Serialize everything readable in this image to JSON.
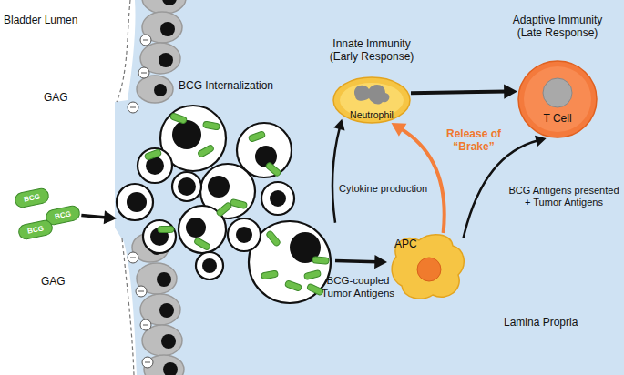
{
  "diagram": {
    "nodes": [
      {
        "text": [
          "BCG"
        ]
      },
      {
        "text": [
          "BCG"
        ]
      },
      {
        "text": [
          "BCG"
        ]
      },
      {
        "text": [
          "BCG Internalization"
        ]
      },
      {
        "text": [
          "Innate Immunity (Early Response)",
          "Neutrophil"
        ]
      },
      {
        "text": [
          "Adaptive Immunity (Late Response)",
          "T Cell"
        ]
      },
      {
        "text": [
          "APC"
        ]
      }
    ],
    "edges": [
      {
        "from": 1,
        "to": 3,
        "arrow": "to"
      },
      {
        "from": 3,
        "to": 6,
        "label": "BCG-coupled Tumor Antigens",
        "arrow": "to"
      },
      {
        "from": 3,
        "to": 4,
        "label": "Cytokine production",
        "arrow": "to"
      },
      {
        "from": 6,
        "to": 4,
        "label": "Release of “Brake”",
        "arrow": "to"
      },
      {
        "from": 6,
        "to": 5,
        "label": "BCG Antigens presented + Tumor Antigens",
        "arrow": "to"
      },
      {
        "from": 4,
        "to": 5,
        "arrow": "to"
      }
    ],
    "labels": [
      "Bladder Lumen",
      "GAG",
      "GAG",
      "Lamina Propria"
    ]
  }
}
